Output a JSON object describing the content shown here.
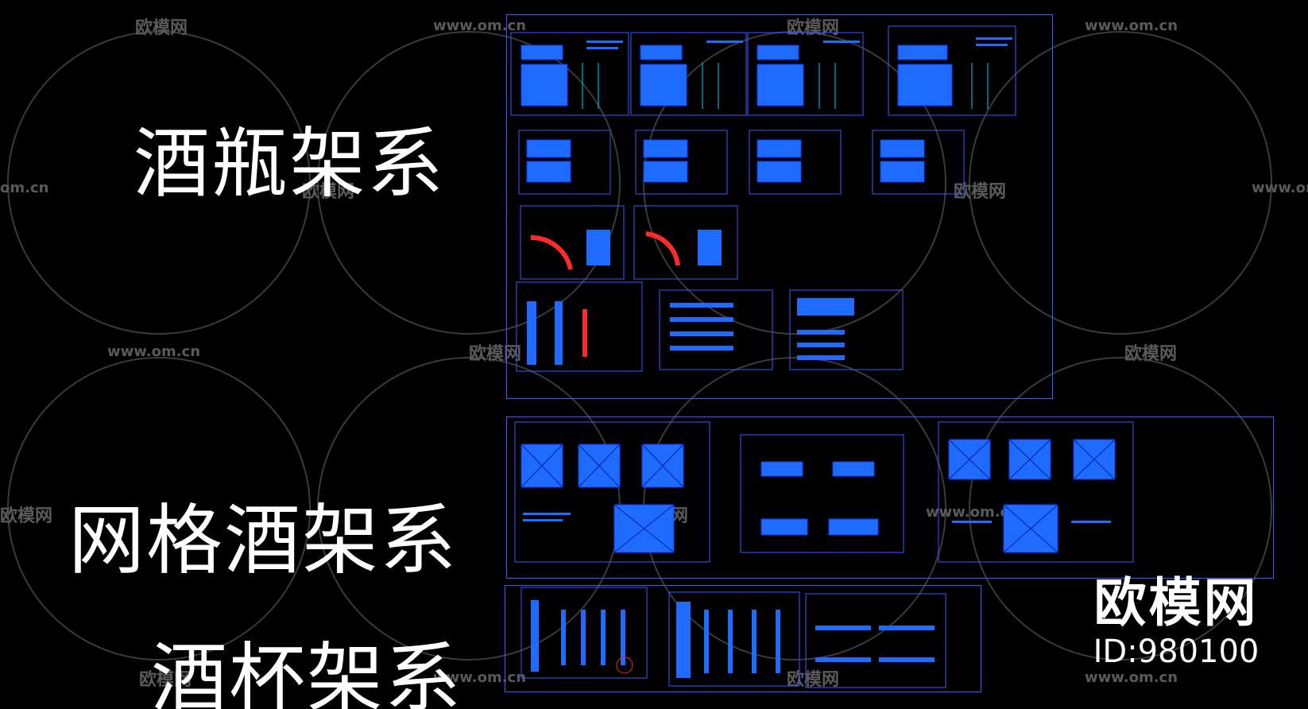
{
  "titles": {
    "bottle_rack": "酒瓶架系",
    "grid_rack": "网格酒架系",
    "glass_rack": "酒杯架系"
  },
  "brand": {
    "name": "欧模网",
    "id_label": "ID:980100"
  },
  "watermarks": {
    "logo_text": "欧模网",
    "url_text": "www.om.cn",
    "url_text_cut": "om.cn"
  },
  "colors": {
    "background": "#000000",
    "cad_blue": "#3a5bff",
    "cad_fill_blue": "#1f6bff",
    "cad_red": "#ff2a2a",
    "cad_cyan": "#00d0ff",
    "title_white": "#ffffff",
    "watermark_gray": "#6f6f6f"
  }
}
